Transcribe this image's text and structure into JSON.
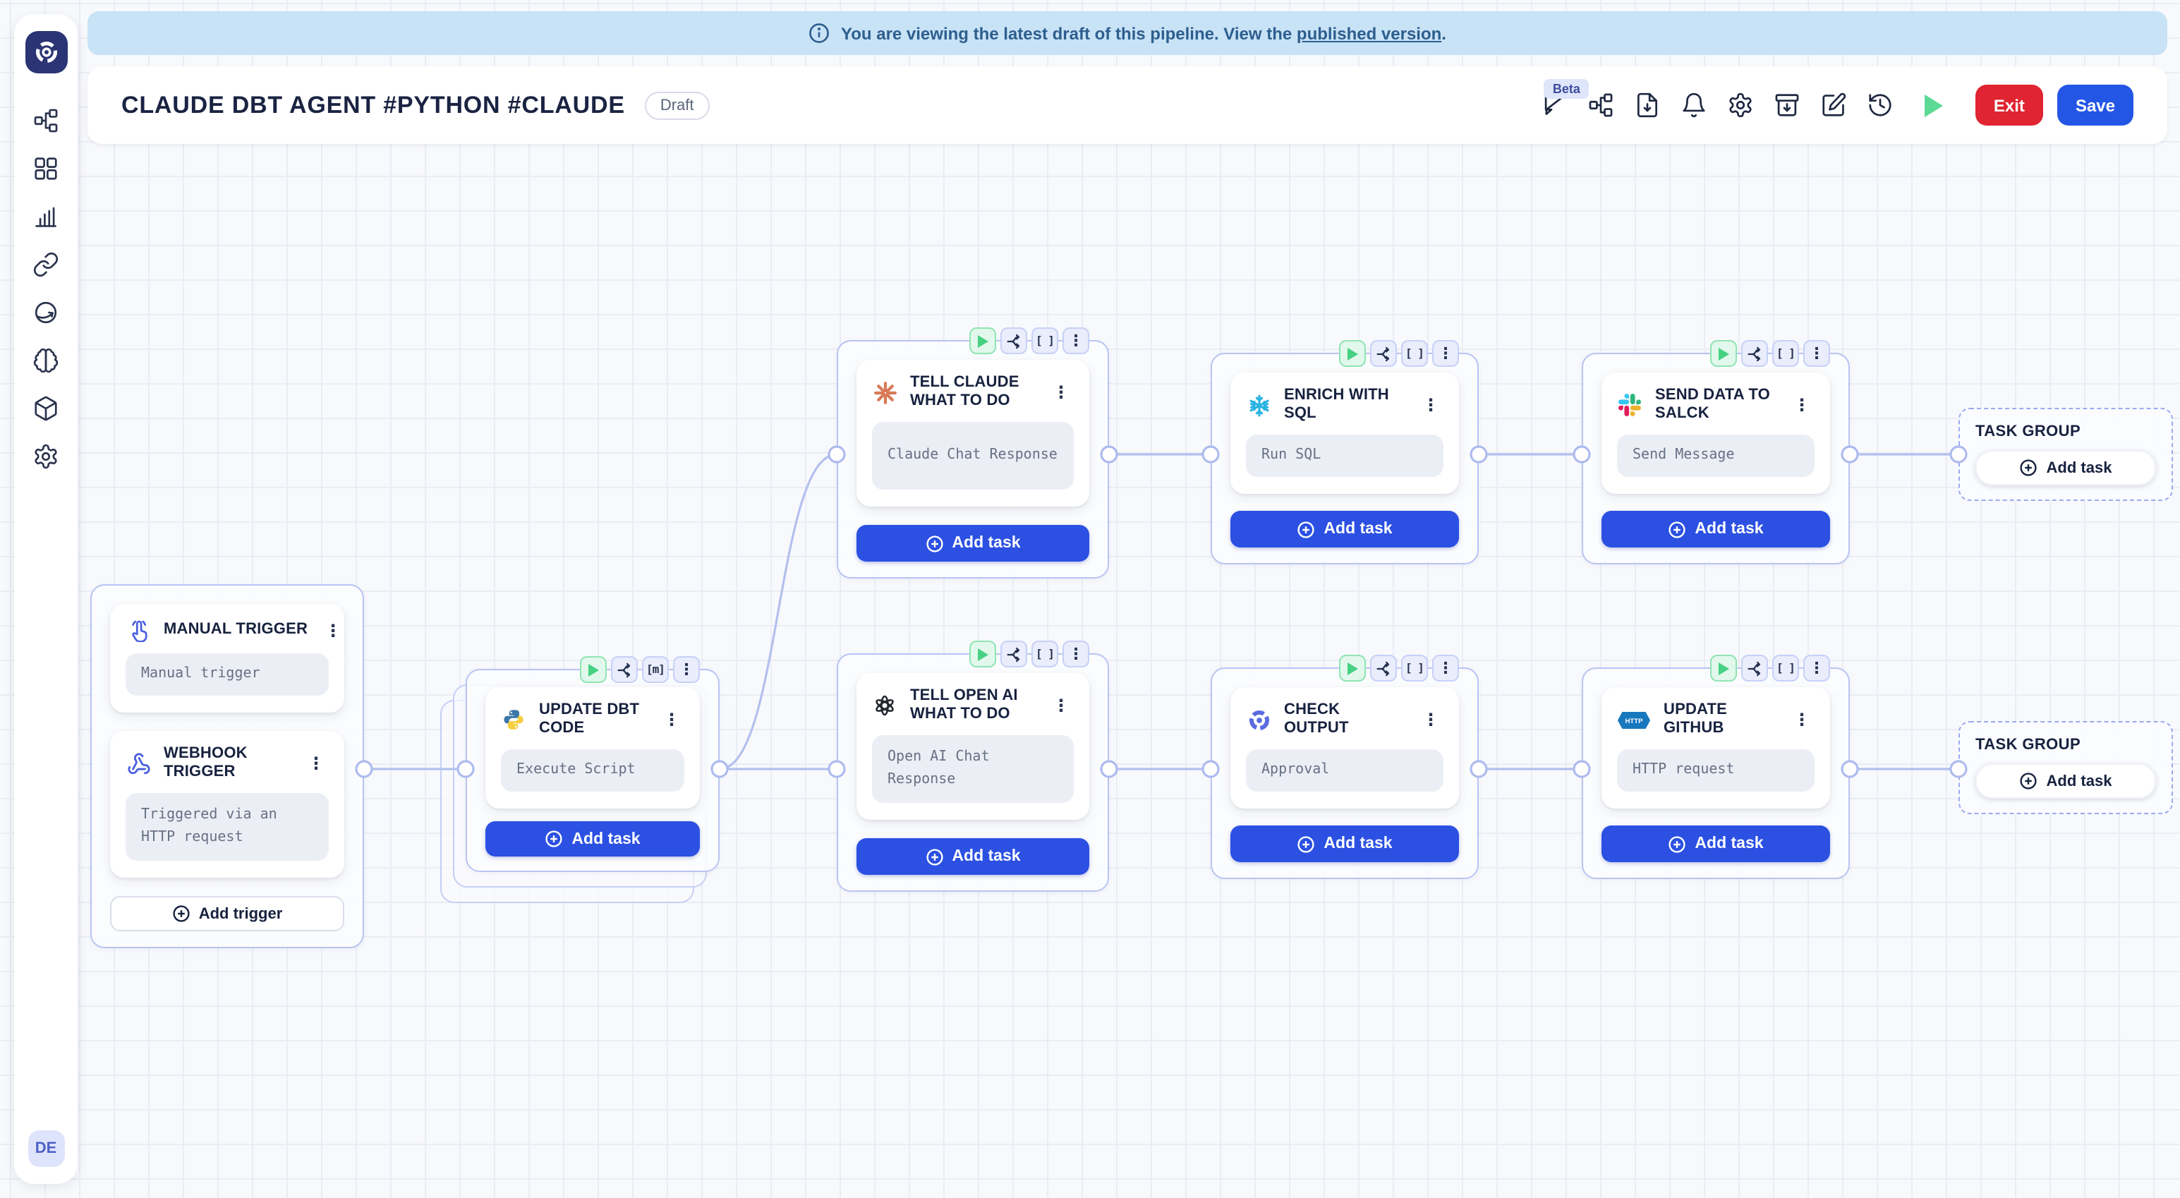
{
  "banner": {
    "text": "You are viewing the latest draft of this pipeline. View the ",
    "link_text": "published version",
    "suffix": "."
  },
  "header": {
    "title": "CLAUDE DBT AGENT #PYTHON #CLAUDE",
    "status_badge": "Draft",
    "beta_badge": "Beta",
    "exit_label": "Exit",
    "save_label": "Save",
    "icons": [
      "comments",
      "pipeline",
      "export-file",
      "notifications",
      "settings",
      "import",
      "edit",
      "version-history",
      "run-pipeline"
    ]
  },
  "sidebar": {
    "logo": "orchestra-logo",
    "items": [
      "pipelines",
      "dashboard",
      "metrics",
      "connections",
      "web",
      "ai",
      "artifacts",
      "settings"
    ],
    "avatar_initials": "DE"
  },
  "labels": {
    "add_task": "Add task",
    "add_trigger": "Add trigger",
    "matrix_badge": "[ ]",
    "matrix_badge_m": "[m]",
    "kebab": "⋮"
  },
  "nodes": {
    "manual_trigger": {
      "icon": "tap",
      "title": "MANUAL TRIGGER",
      "summary": "Manual trigger"
    },
    "webhook_trigger": {
      "icon": "webhook",
      "title": "WEBHOOK TRIGGER",
      "summary": "Triggered via an HTTP request"
    },
    "update_dbt": {
      "icon": "python",
      "title": "UPDATE DBT CODE",
      "summary": "Execute Script"
    },
    "tell_claude": {
      "icon": "claude",
      "title": "TELL CLAUDE WHAT TO DO",
      "summary": "Claude Chat Response"
    },
    "tell_openai": {
      "icon": "openai",
      "title": "TELL OPEN AI WHAT TO DO",
      "summary": "Open AI Chat Response"
    },
    "enrich_sql": {
      "icon": "snowflake",
      "title": "ENRICH WITH SQL",
      "summary": "Run SQL"
    },
    "check_output": {
      "icon": "orchestra",
      "title": "CHECK OUTPUT",
      "summary": "Approval"
    },
    "send_slack": {
      "icon": "slack",
      "title": "SEND DATA TO SALCK",
      "summary": "Send Message"
    },
    "update_github": {
      "icon": "http",
      "title": "UPDATE GITHUB",
      "summary": "HTTP request"
    }
  },
  "empty_groups": [
    {
      "title": "TASK GROUP"
    },
    {
      "title": "TASK GROUP"
    }
  ],
  "colors": {
    "accent_blue": "#2b50e2",
    "save_blue": "#2456e6",
    "exit_red": "#e02431",
    "run_green": "#5cd994",
    "banner_bg": "#c8e2f6",
    "banner_text": "#2d5e8e",
    "group_border": "#b9c4f3",
    "edge": "#b3c0ee",
    "navy": "#17223f"
  }
}
